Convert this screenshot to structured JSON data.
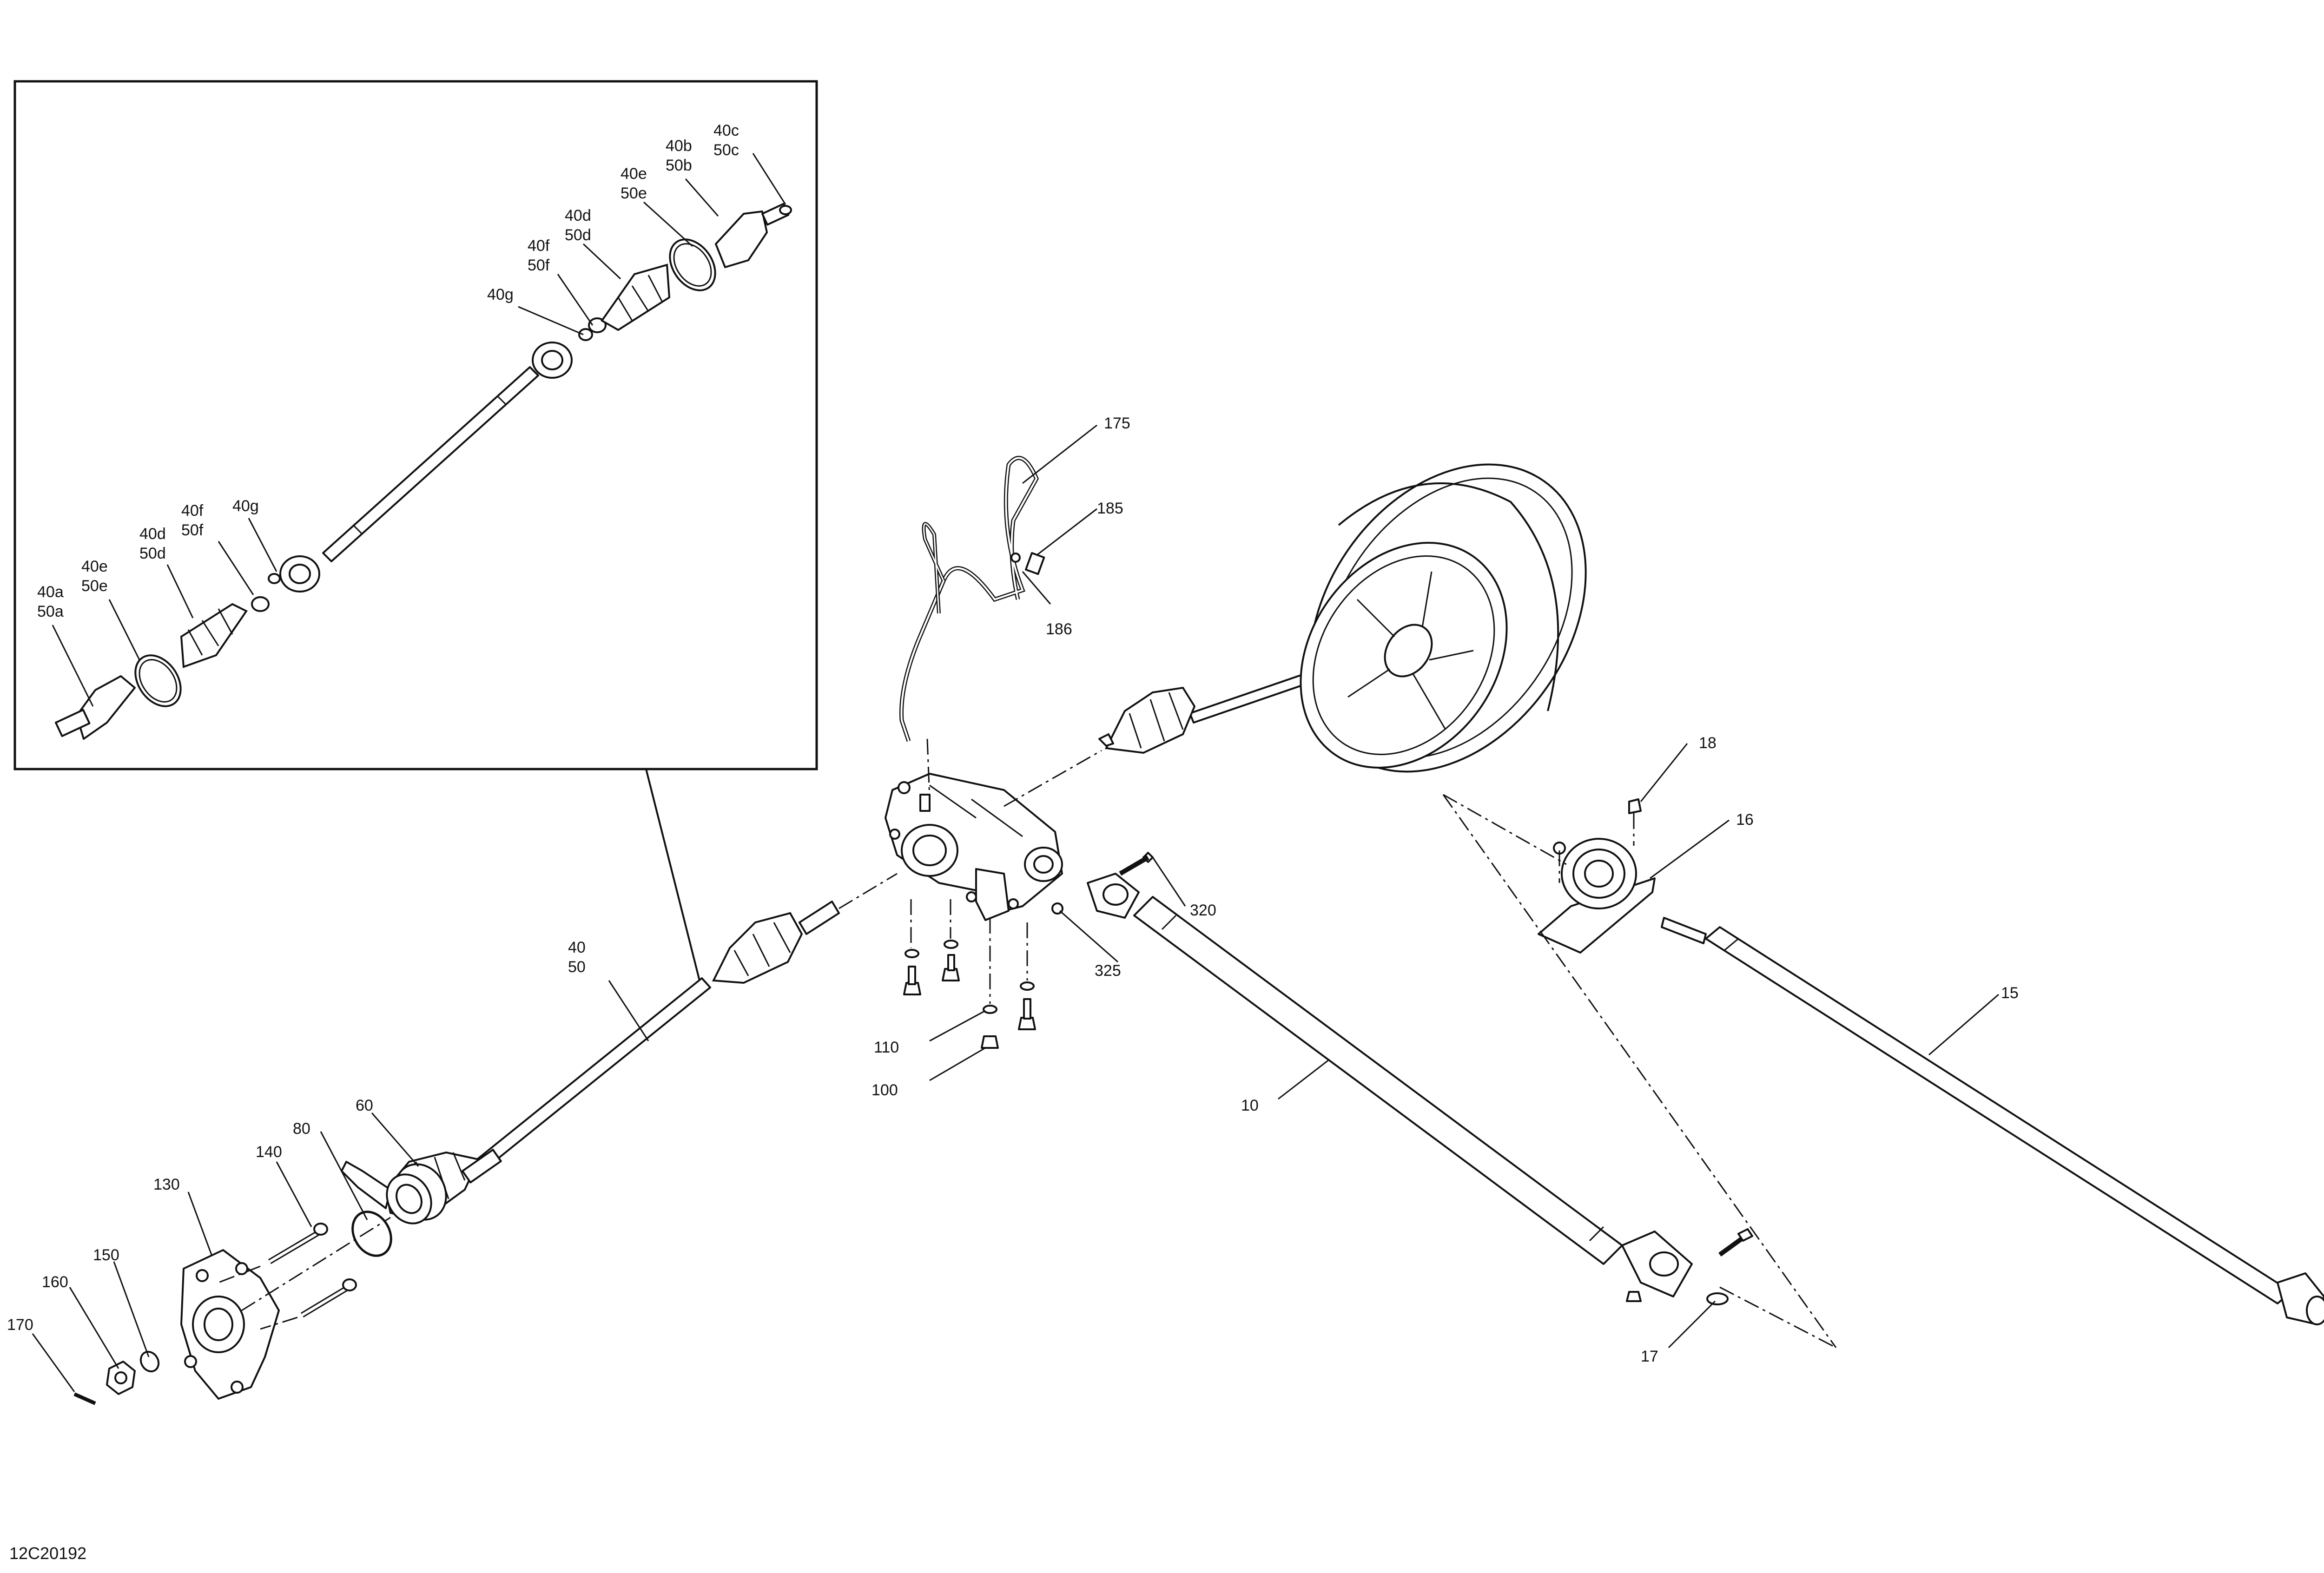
{
  "figure_id": "12C20192",
  "callouts": {
    "c40_50": [
      "40",
      "50"
    ],
    "c40a_50a": [
      "40a",
      "50a"
    ],
    "c40e_50e_low": [
      "40e",
      "50e"
    ],
    "c40d_50d_low": [
      "40d",
      "50d"
    ],
    "c40f_50f_low": [
      "40f",
      "50f"
    ],
    "c40g_low": [
      "40g"
    ],
    "c40g_up": [
      "40g"
    ],
    "c40f_50f_up": [
      "40f",
      "50f"
    ],
    "c40d_50d_up": [
      "40d",
      "50d"
    ],
    "c40e_50e_up": [
      "40e",
      "50e"
    ],
    "c40b_50b": [
      "40b",
      "50b"
    ],
    "c40c_50c": [
      "40c",
      "50c"
    ],
    "c175": [
      "175"
    ],
    "c185": [
      "185"
    ],
    "c186": [
      "186"
    ],
    "c18": [
      "18"
    ],
    "c16": [
      "16"
    ],
    "c15": [
      "15"
    ],
    "c10": [
      "10"
    ],
    "c17": [
      "17"
    ],
    "c320": [
      "320"
    ],
    "c325": [
      "325"
    ],
    "c110": [
      "110"
    ],
    "c100": [
      "100"
    ],
    "c60": [
      "60"
    ],
    "c80": [
      "80"
    ],
    "c140": [
      "140"
    ],
    "c130": [
      "130"
    ],
    "c150": [
      "150"
    ],
    "c160": [
      "160"
    ],
    "c170": [
      "170"
    ]
  }
}
